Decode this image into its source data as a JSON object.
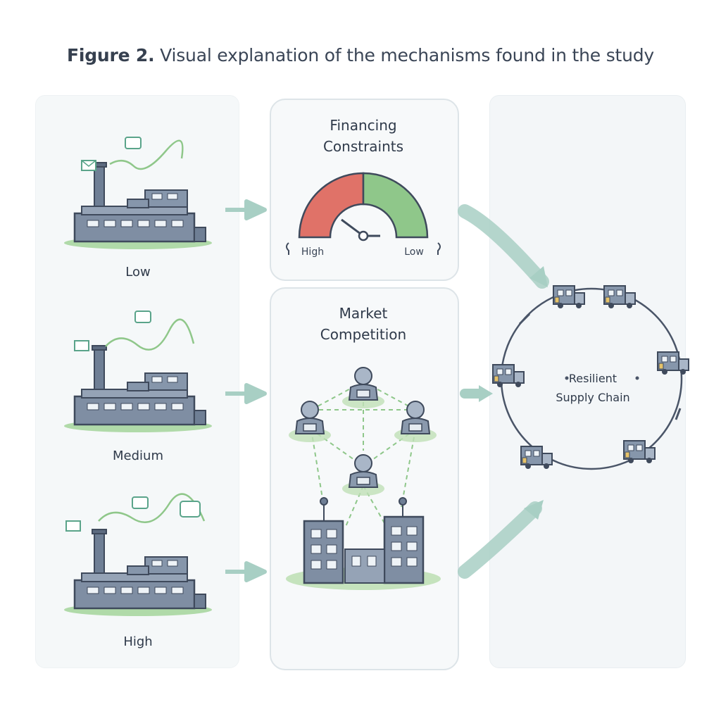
{
  "figure": {
    "label": "Figure 2.",
    "caption": "Visual explanation of the mechanisms found in the study"
  },
  "levels": [
    {
      "label": "Low"
    },
    {
      "label": "Medium"
    },
    {
      "label": "High"
    }
  ],
  "financing": {
    "title_line1": "Financing",
    "title_line2": "Constraints",
    "gauge_high": "High",
    "gauge_low": "Low"
  },
  "market": {
    "title_line1": "Market",
    "title_line2": "Competition"
  },
  "supply_chain": {
    "label_line1": "Resilient",
    "label_line2": "Supply Chain"
  },
  "colors": {
    "panel_bg": "#f4f7f9",
    "outline": "#4a5568",
    "building_fill": "#7f8ea3",
    "green": "#8fc78a",
    "red": "#e07268",
    "arrow": "#a8cfc4",
    "text": "#2f3a4a"
  }
}
